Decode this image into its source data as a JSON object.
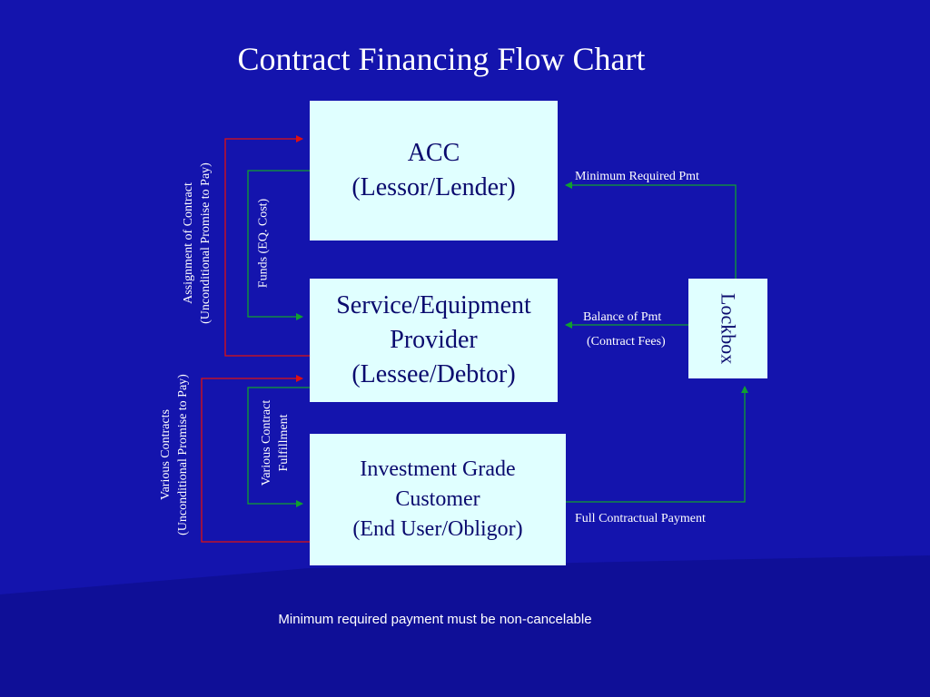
{
  "title": "Contract Financing Flow Chart",
  "boxes": {
    "acc": {
      "line1": "ACC",
      "line2": "(Lessor/Lender)"
    },
    "service": {
      "line1": "Service/Equipment",
      "line2": "Provider",
      "line3": "(Lessee/Debtor)"
    },
    "customer": {
      "line1": "Investment Grade",
      "line2": "Customer",
      "line3": "(End User/Obligor)"
    },
    "lockbox": "Lockbox"
  },
  "labels": {
    "min_required_pmt": "Minimum Required Pmt",
    "balance_of_pmt": "Balance of Pmt",
    "contract_fees": "(Contract Fees)",
    "full_contractual_payment": "Full Contractual Payment",
    "assignment_line1": "Assignment of Contract",
    "assignment_line2": "(Unconditional Promise to Pay)",
    "funds": "Funds (EQ. Cost)",
    "various_contracts_line1": "Various Contracts",
    "various_contracts_line2": "(Unconditional Promise to Pay)",
    "fulfillment_line1": "Various Contract",
    "fulfillment_line2": "Fulfillment"
  },
  "footnote": "Minimum required payment must be non-cancelable",
  "colors": {
    "background": "#1414ad",
    "box_fill": "#e0ffff",
    "red_arrow": "#e01010",
    "green_arrow": "#10a030"
  }
}
